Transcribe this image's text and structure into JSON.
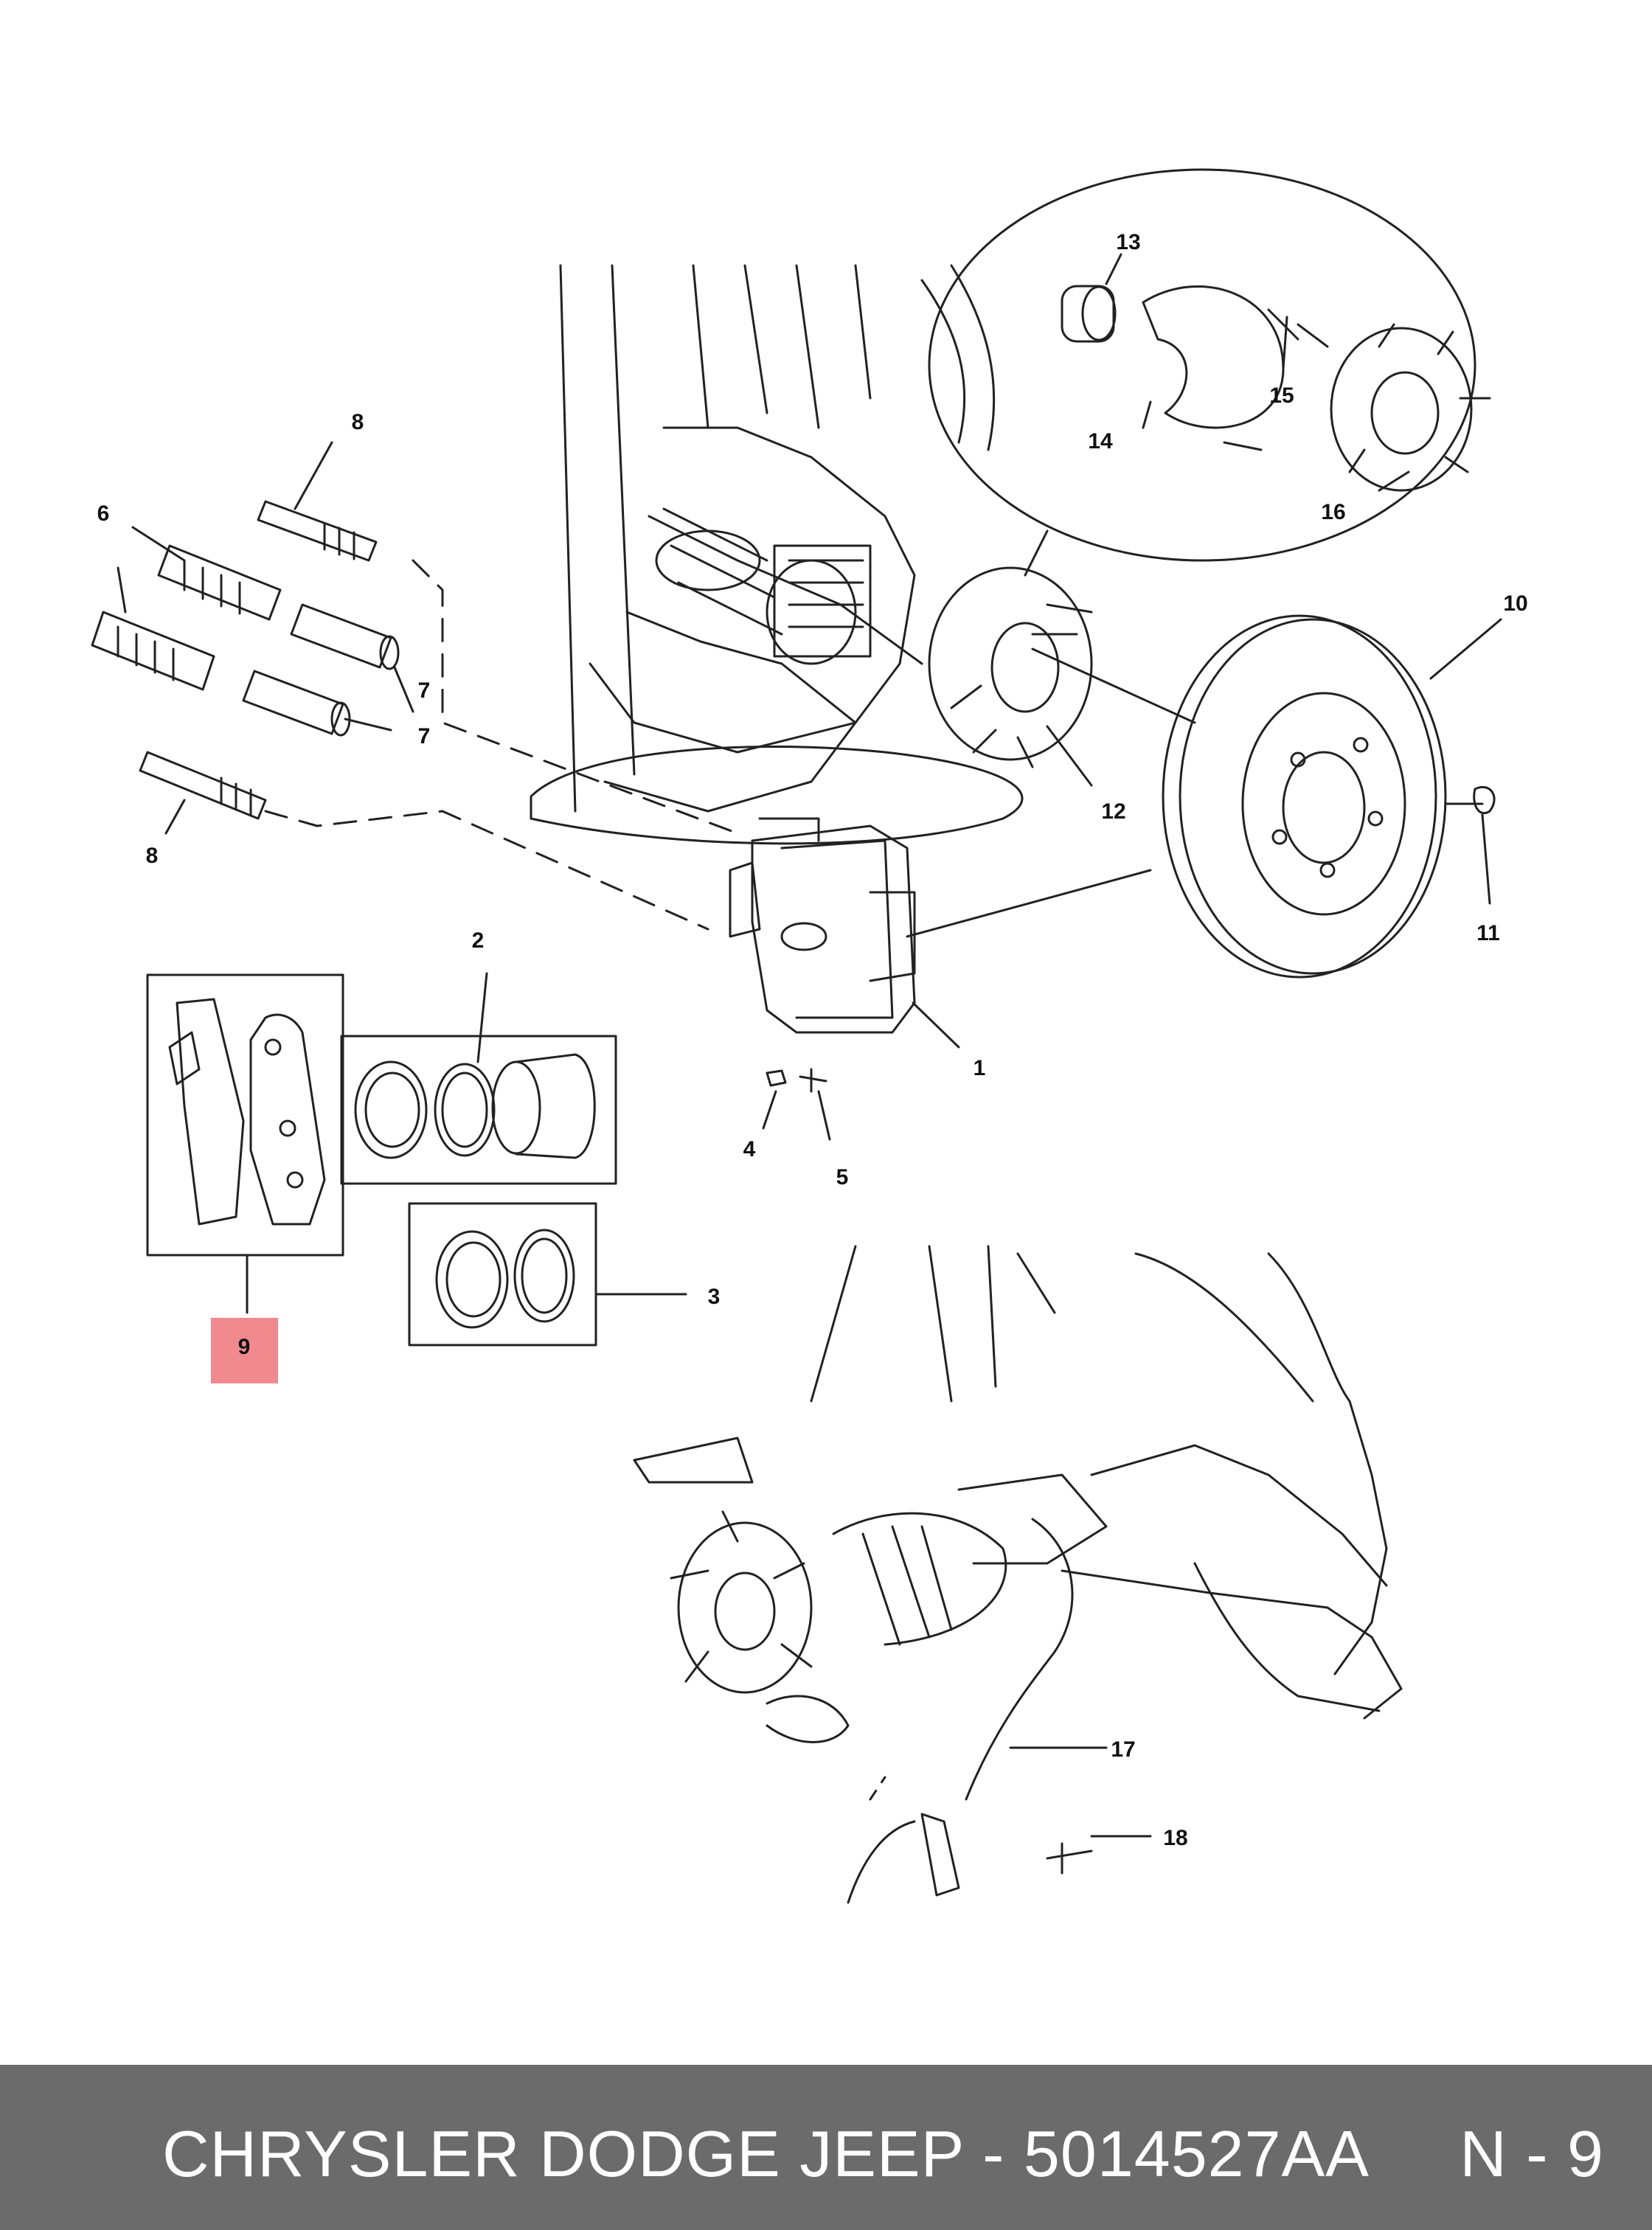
{
  "diagram": {
    "callouts": {
      "c1": "1",
      "c2": "2",
      "c3": "3",
      "c4": "4",
      "c5": "5",
      "c6": "6",
      "c7a": "7",
      "c7b": "7",
      "c8a": "8",
      "c8b": "8",
      "c9": "9",
      "c10": "10",
      "c11": "11",
      "c12": "12",
      "c13": "13",
      "c14": "14",
      "c15": "15",
      "c16": "16",
      "c17": "17",
      "c18": "18"
    },
    "highlight_color": "#f08a8f"
  },
  "footer": {
    "text": "CHRYSLER DODGE JEEP - 5014527AA     N - 9",
    "bar_color": "#6b6b6b"
  }
}
